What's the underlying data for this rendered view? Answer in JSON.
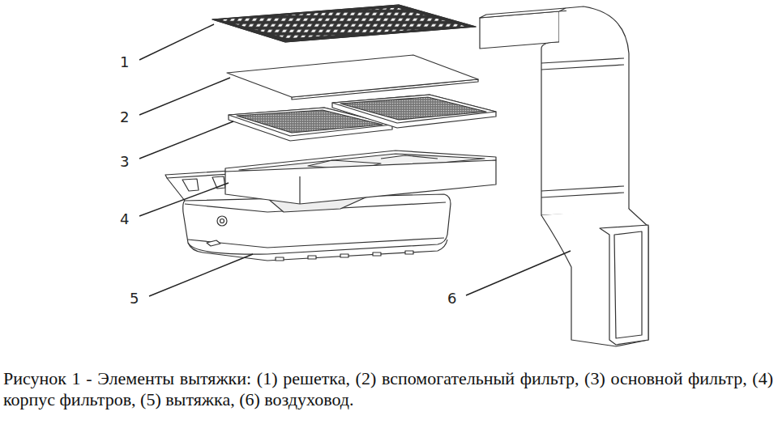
{
  "diagram": {
    "caption": "Рисунок 1 - Элементы вытяжки: (1) решетка, (2) вспомогательный фильтр, (3) основной фильтр, (4) корпус фильтров, (5) вытяжка, (6) воздуховод.",
    "labels": [
      "1",
      "2",
      "3",
      "4",
      "5",
      "6"
    ]
  }
}
